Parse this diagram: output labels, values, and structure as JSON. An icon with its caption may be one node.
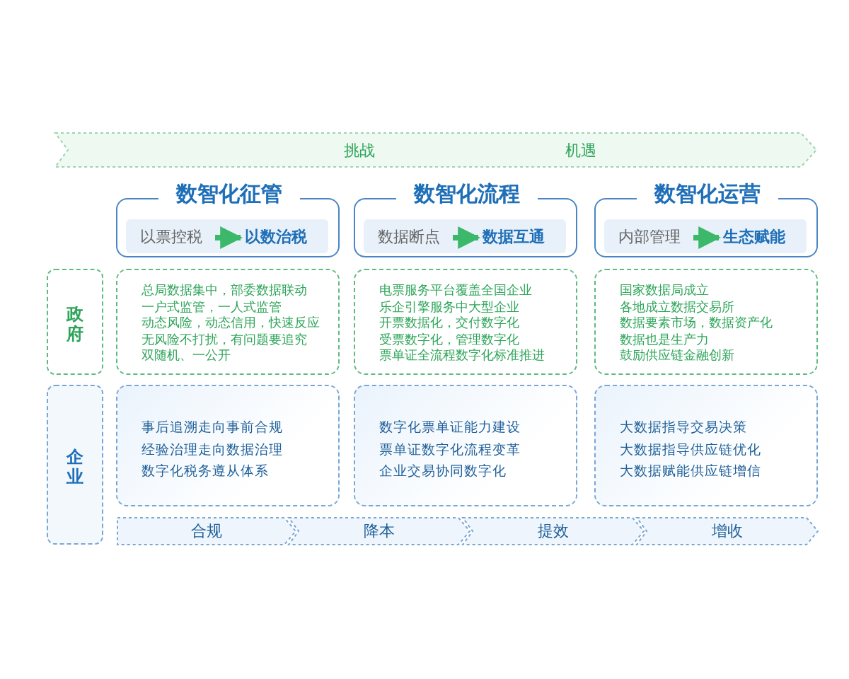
{
  "diagram": {
    "nodes": [
      {
        "text": [
          "挑战",
          "机遇"
        ]
      },
      {
        "text": [
          "数智化征管"
        ]
      },
      {
        "text": [
          "以票控税"
        ],
        "in": 1
      },
      {
        "text": [
          "以数治税"
        ],
        "in": 1
      },
      {
        "text": [
          "数智化流程"
        ]
      },
      {
        "text": [
          "数据断点"
        ],
        "in": 4
      },
      {
        "text": [
          "数据互通"
        ],
        "in": 4
      },
      {
        "text": [
          "数智化运营"
        ]
      },
      {
        "text": [
          "内部管理"
        ],
        "in": 7
      },
      {
        "text": [
          "生态赋能"
        ],
        "in": 7
      },
      {
        "text": [
          "政府"
        ]
      },
      {
        "text": [
          "总局数据集中，部委数据联动",
          "一户式监管，一人式监管",
          "动态风险，动态信用，快速反应",
          "无风险不打扰，有问题要追究",
          "双随机、一公开"
        ]
      },
      {
        "text": [
          "电票服务平台覆盖全国企业",
          "乐企引擎服务中大型企业",
          "开票数据化，交付数字化",
          "受票数字化，管理数字化",
          "票单证全流程数字化标准推进"
        ]
      },
      {
        "text": [
          "国家数据局成立",
          "各地成立数据交易所",
          "数据要素市场，数据资产化",
          "数据也是生产力",
          "鼓励供应链金融创新"
        ]
      },
      {
        "text": [
          "企业"
        ]
      },
      {
        "text": [
          "事后追溯走向事前合规",
          "经验治理走向数据治理",
          "数字化税务遵从体系"
        ]
      },
      {
        "text": [
          "数字化票单证能力建设",
          "票单证数字化流程变革",
          "企业交易协同数字化"
        ]
      },
      {
        "text": [
          "大数据指导交易决策",
          "大数据指导供应链优化",
          "大数据赋能供应链增信"
        ]
      },
      {
        "text": [
          "合规"
        ]
      },
      {
        "text": [
          "降本"
        ]
      },
      {
        "text": [
          "提效"
        ]
      },
      {
        "text": [
          "增收"
        ]
      }
    ],
    "edges": [
      {
        "from": 2,
        "to": 3,
        "arrow": "to"
      },
      {
        "from": 5,
        "to": 6,
        "arrow": "to"
      },
      {
        "from": 8,
        "to": 9,
        "arrow": "to"
      }
    ]
  }
}
